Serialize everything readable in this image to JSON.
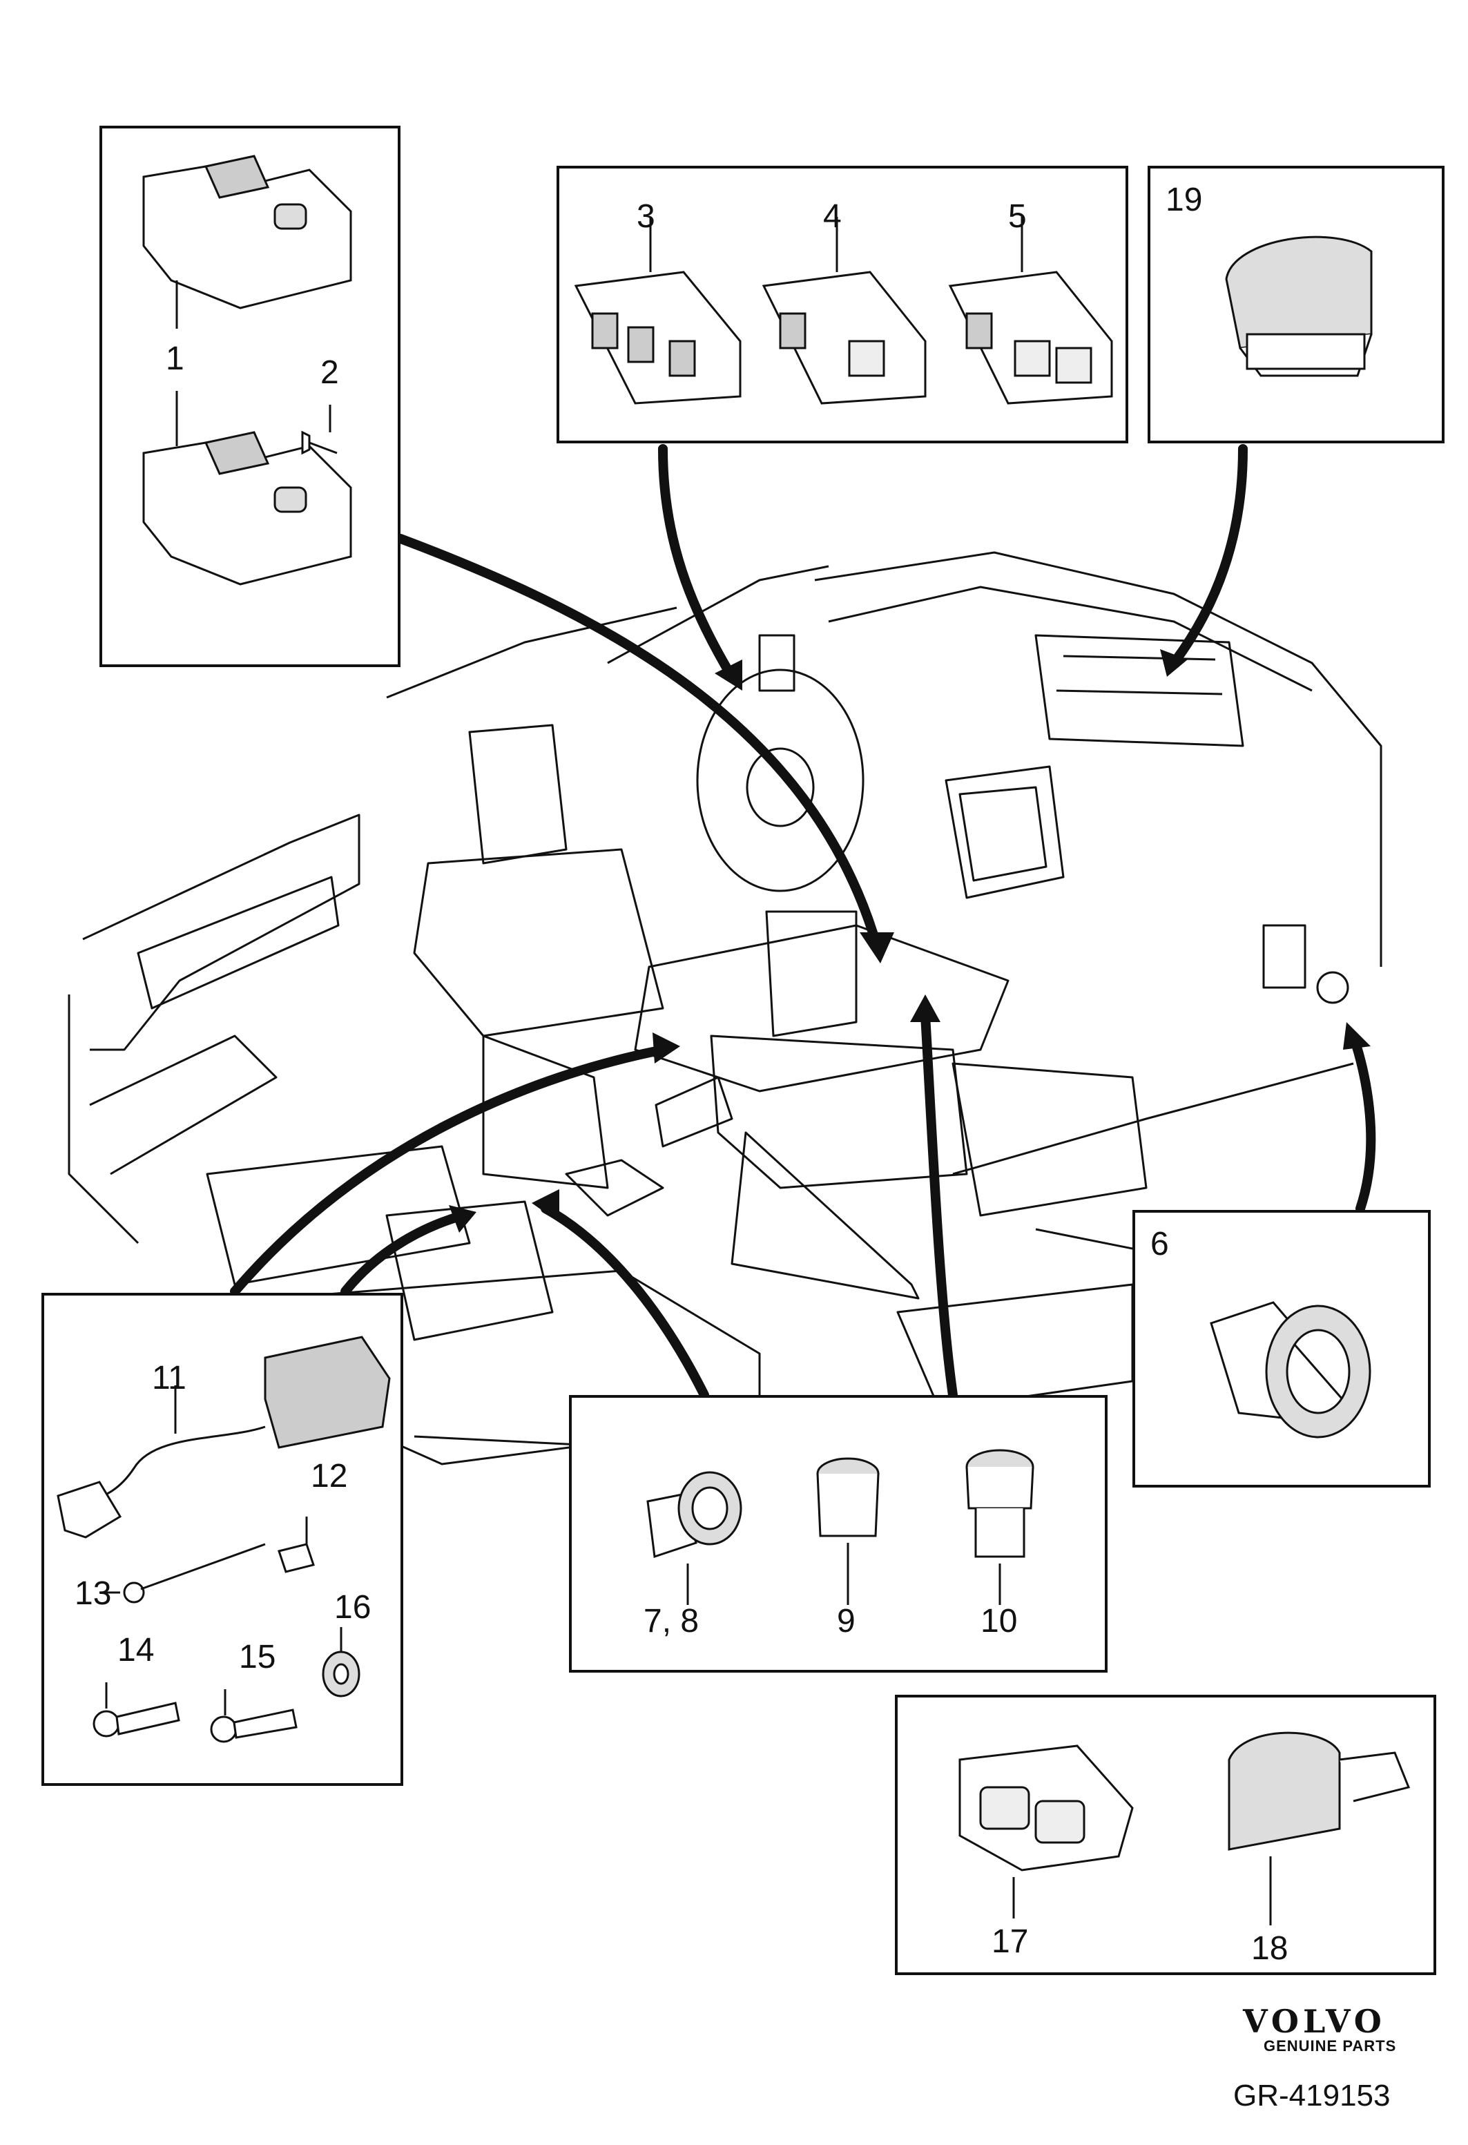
{
  "callouts": {
    "c1": "1",
    "c2": "2",
    "c3": "3",
    "c4": "4",
    "c5": "5",
    "c6": "6",
    "c7_8": "7, 8",
    "c9": "9",
    "c10": "10",
    "c11": "11",
    "c12": "12",
    "c13": "13",
    "c14": "14",
    "c15": "15",
    "c16": "16",
    "c17": "17",
    "c18": "18",
    "c19": "19"
  },
  "brand": {
    "name": "VOLVO",
    "sub": "GENUINE PARTS"
  },
  "reference": "GR-419153",
  "colors": {
    "line": "#111111",
    "fill": "#ffffff",
    "shade": "#cfcfcf"
  }
}
